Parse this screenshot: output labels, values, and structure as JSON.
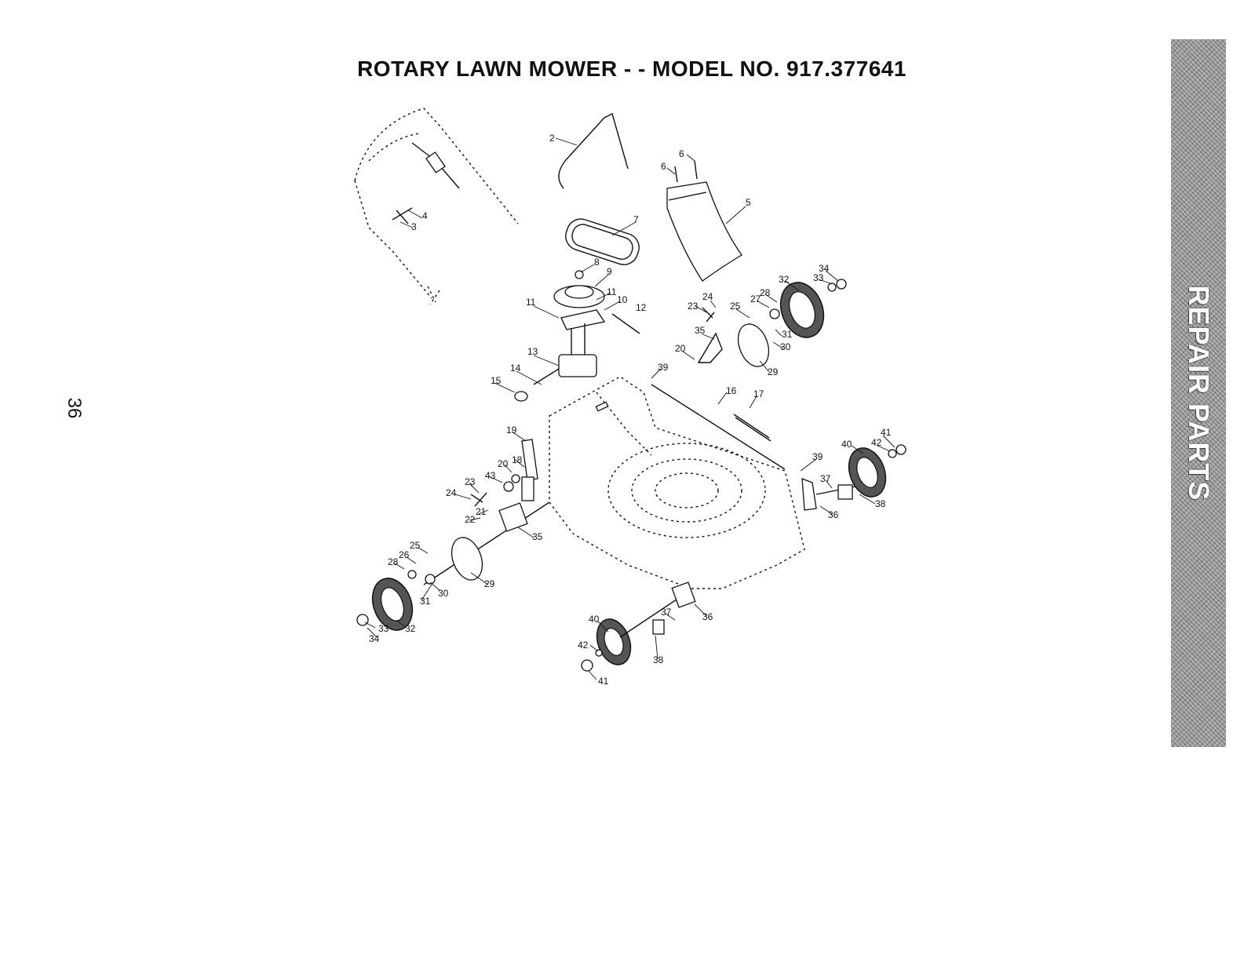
{
  "page": {
    "title": "ROTARY LAWN MOWER - - MODEL NO. 917.377641",
    "page_number": "36",
    "section_tab": "REPAIR PARTS"
  },
  "callouts": [
    "2",
    "6",
    "6",
    "5",
    "7",
    "4",
    "3",
    "8",
    "9",
    "11",
    "11",
    "10",
    "12",
    "13",
    "14",
    "15",
    "34",
    "32",
    "33",
    "24",
    "23",
    "25",
    "27",
    "28",
    "35",
    "20",
    "31",
    "30",
    "29",
    "39",
    "16",
    "17",
    "19",
    "18",
    "20",
    "43",
    "23",
    "24",
    "21",
    "22",
    "35",
    "25",
    "26",
    "28",
    "29",
    "30",
    "31",
    "33",
    "32",
    "34",
    "41",
    "40",
    "42",
    "39",
    "37",
    "36",
    "38",
    "40",
    "37",
    "36",
    "42",
    "38",
    "41"
  ]
}
